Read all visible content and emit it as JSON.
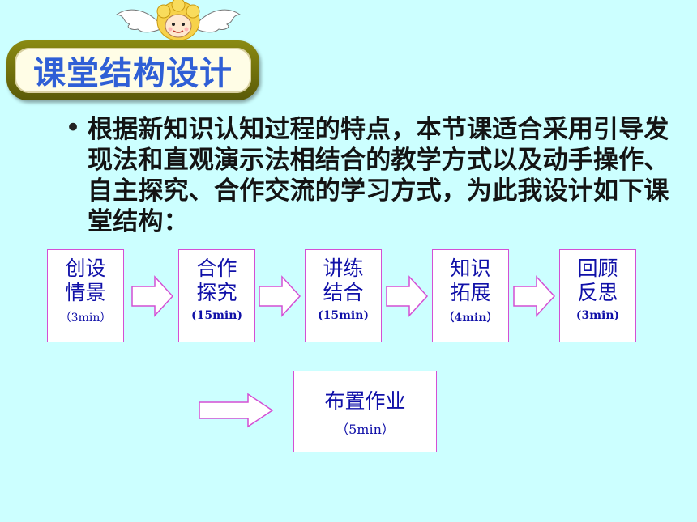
{
  "title": "课堂结构设计",
  "bullet": "•",
  "paragraph": "根据新知识认知过程的特点，本节课适合采用引导发现法和直观演示法相结合的教学方式以及动手操作、自主探究、合作交流的学习方式，为此我设计如下课堂结构：",
  "steps": [
    {
      "line1": "创设",
      "line2": "情景",
      "duration": "（3min）"
    },
    {
      "line1": "合作",
      "line2": "探究",
      "duration": "(15min)"
    },
    {
      "line1": "讲练",
      "line2": "结合",
      "duration": "(15min)"
    },
    {
      "line1": "知识",
      "line2": "拓展",
      "duration": "（4min）"
    },
    {
      "line1": "回顾",
      "line2": "反思",
      "duration": "(3min)"
    }
  ],
  "final_step": {
    "label": "布置作业",
    "duration": "（5min）"
  },
  "colors": {
    "background": "#ccffff",
    "title_text": "#2f5fd6",
    "box_border": "#d44fd4",
    "step_text": "#1010a8"
  },
  "icons": [
    "angel-icon",
    "arrow-right-icon"
  ]
}
